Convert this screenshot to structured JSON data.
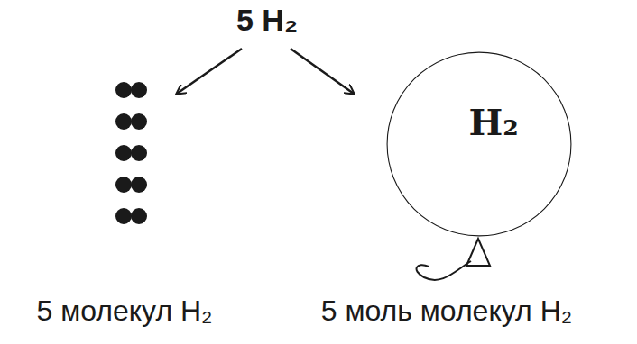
{
  "diagram": {
    "nodes": [
      {
        "text": [
          "H₂"
        ]
      }
    ],
    "labels": [
      "5 H₂",
      "5 молекул H₂",
      "5 моль молекул H₂"
    ]
  }
}
